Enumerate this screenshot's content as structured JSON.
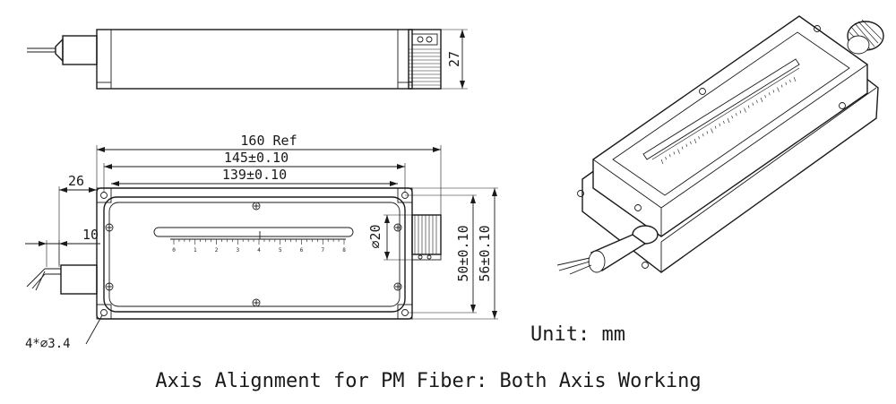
{
  "dimensions": {
    "overall_length": "160 Ref",
    "mount_hole_span": "145±0.10",
    "inner_length": "139±0.10",
    "fiber_offset": "26",
    "fiber_dia": "10",
    "knob_dia": "∅20",
    "hole_spacing_v": "50±0.10",
    "body_width": "56±0.10",
    "height": "27",
    "mount_holes": "4*∅3.4"
  },
  "scale_ticks": [
    "0",
    "1",
    "2",
    "3",
    "4",
    "5",
    "6",
    "7",
    "8"
  ],
  "unit_label": "Unit: mm",
  "caption": "Axis Alignment for PM Fiber: Both Axis Working"
}
